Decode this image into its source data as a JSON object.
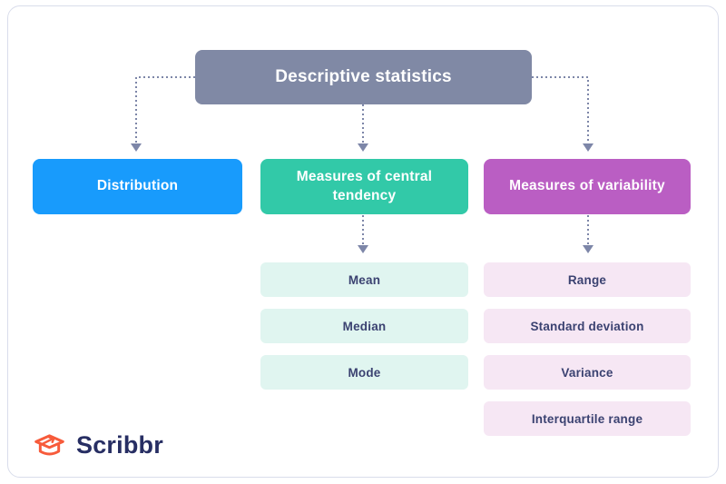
{
  "diagram": {
    "title": "Descriptive statistics",
    "root": {
      "label": "Descriptive statistics",
      "color": "#8089a5"
    },
    "branches": [
      {
        "label": "Distribution",
        "color": "#189bfc",
        "items": []
      },
      {
        "label": "Measures of central tendency",
        "color": "#32c9a8",
        "item_bg": "#e0f5f0",
        "items": [
          "Mean",
          "Median",
          "Mode"
        ]
      },
      {
        "label": "Measures of variability",
        "color": "#ba5ec3",
        "item_bg": "#f6e7f4",
        "items": [
          "Range",
          "Standard deviation",
          "Variance",
          "Interquartile range"
        ]
      }
    ],
    "connector_color": "#7d86a8",
    "text_color_dark": "#3b4271"
  },
  "branding": {
    "logo_text": "Scribbr",
    "logo_icon": "graduation-cap-icon",
    "logo_icon_color": "#f75b3b",
    "logo_text_color": "#272e63"
  }
}
